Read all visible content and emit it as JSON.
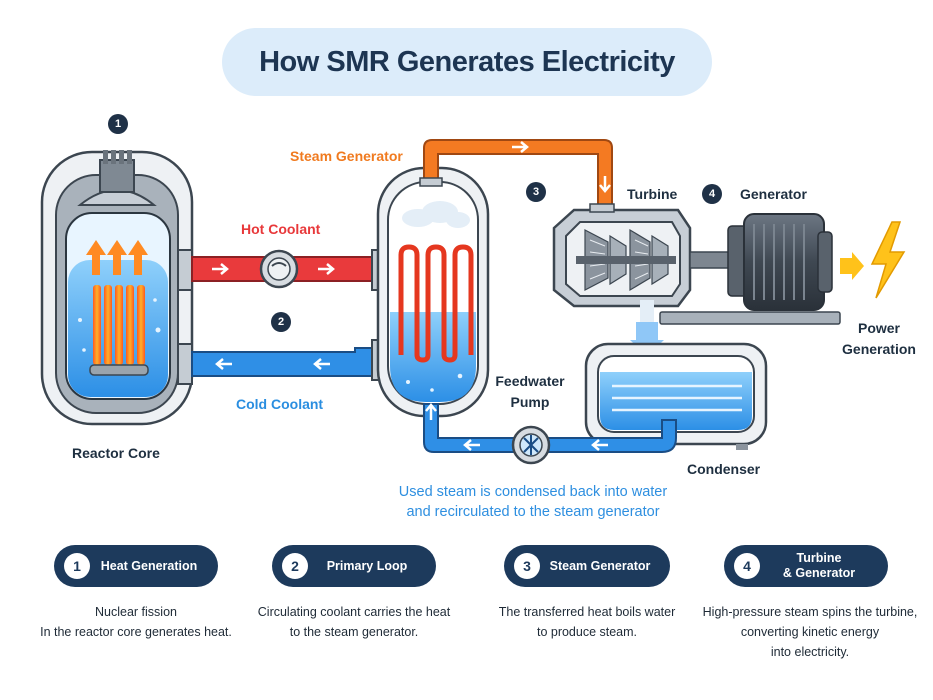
{
  "title": "How SMR Generates Electricity",
  "labels": {
    "steam_generator": "Steam Generator",
    "hot_coolant": "Hot Coolant",
    "cold_coolant": "Cold Coolant",
    "turbine": "Turbine",
    "generator": "Generator",
    "reactor_core": "Reactor Core",
    "feedwater_line1": "Feedwater",
    "feedwater_line2": "Pump",
    "condenser": "Condenser",
    "power_line1": "Power",
    "power_line2": "Generation"
  },
  "markers": [
    "1",
    "2",
    "3",
    "4"
  ],
  "note": {
    "line1": "Used steam is condensed back into water",
    "line2": "and recirculated to the steam generator"
  },
  "steps": [
    {
      "num": "1",
      "title": "Heat Generation",
      "title2": "",
      "desc": [
        "Nuclear fission",
        "In the reactor core generates heat."
      ]
    },
    {
      "num": "2",
      "title": "Primary Loop",
      "title2": "",
      "desc": [
        "Circulating coolant carries the heat",
        "to the steam generator."
      ]
    },
    {
      "num": "3",
      "title": "Steam Generator",
      "title2": "",
      "desc": [
        "The transferred heat boils water",
        "to produce steam."
      ]
    },
    {
      "num": "4",
      "title": "Turbine",
      "title2": "& Generator",
      "desc": [
        "High-pressure steam spins the turbine,",
        "converting kinetic energy",
        "into electricity."
      ]
    }
  ],
  "colors": {
    "hot": "#e93a3c",
    "cold": "#2f8fe6",
    "steam": "#f47a22",
    "navy": "#1d3a5c",
    "title_bg": "#dcecfa",
    "bolt": "#ffc21a"
  }
}
